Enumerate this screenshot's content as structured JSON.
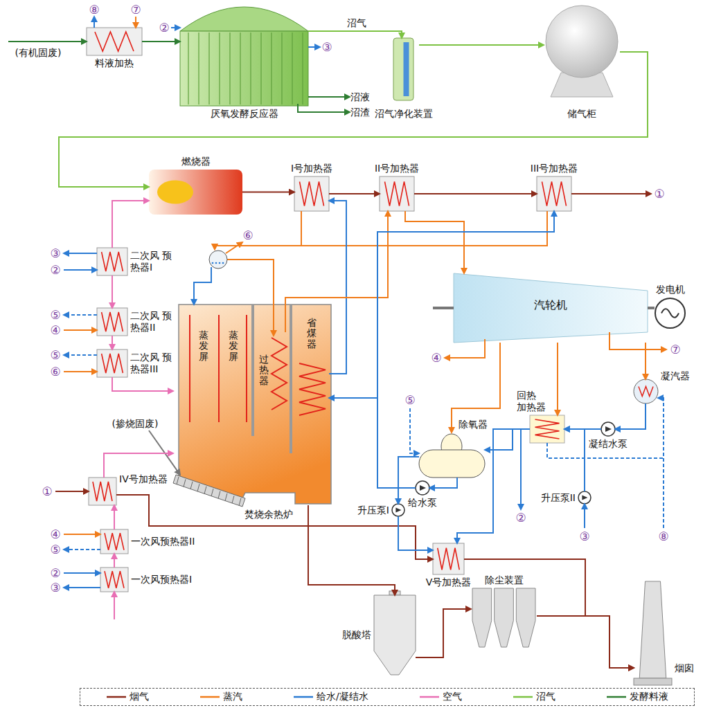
{
  "diagram": {
    "nodes": [
      {
        "text": [
          "料液加热"
        ]
      },
      {
        "text": [
          "厌氧发酵反应器"
        ]
      },
      {
        "text": [
          "沼气净化装置"
        ]
      },
      {
        "text": [
          "储气柜"
        ]
      },
      {
        "text": [
          "燃烧器"
        ]
      },
      {
        "text": [
          "I号加热器"
        ]
      },
      {
        "text": [
          "II号加热器"
        ]
      },
      {
        "text": [
          "III号加热器"
        ]
      },
      {
        "text": [
          "汽轮机"
        ]
      },
      {
        "text": [
          "发电机"
        ]
      },
      {
        "text": [
          "二次风 预热器I"
        ]
      },
      {
        "text": [
          "二次风 预热器II"
        ]
      },
      {
        "text": [
          "二次风 预热器III"
        ]
      },
      {
        "text": [
          "焚烧余热炉"
        ]
      },
      {
        "text": [
          "蒸发屏"
        ],
        "in": 13
      },
      {
        "text": [
          "蒸发屏"
        ],
        "in": 13
      },
      {
        "text": [
          "过热器"
        ],
        "in": 13
      },
      {
        "text": [
          "省煤器"
        ],
        "in": 13
      },
      {
        "text": [
          "凝汽器"
        ]
      },
      {
        "text": [
          "回热 加热器"
        ]
      },
      {
        "text": [
          "除氧器"
        ]
      },
      {
        "text": [
          "给水泵"
        ]
      },
      {
        "text": [
          "凝结水泵"
        ]
      },
      {
        "text": [
          "升压泵I"
        ]
      },
      {
        "text": [
          "升压泵II"
        ]
      },
      {
        "text": [
          "IV号加热器"
        ]
      },
      {
        "text": [
          "一次风预热器II"
        ]
      },
      {
        "text": [
          "一次风预热器I"
        ]
      },
      {
        "text": [
          "V号加热器"
        ]
      },
      {
        "text": [
          "脱酸塔"
        ]
      },
      {
        "text": [
          "除尘装置"
        ]
      },
      {
        "text": [
          "烟囱"
        ]
      }
    ],
    "edges": [
      {
        "from": 0,
        "to": 1,
        "arrow": "to"
      },
      {
        "from": 1,
        "to": 2,
        "label": "沼气",
        "arrow": "to"
      },
      {
        "from": 2,
        "to": 3,
        "arrow": "to"
      },
      {
        "from": 3,
        "to": 4,
        "arrow": "to"
      },
      {
        "from": 4,
        "to": 5,
        "arrow": "to"
      },
      {
        "from": 5,
        "to": 6,
        "arrow": "to"
      },
      {
        "from": 6,
        "to": 7,
        "arrow": "to"
      },
      {
        "from": 5,
        "to": 13,
        "arrow": "to"
      },
      {
        "from": 7,
        "to": 13,
        "arrow": "to"
      },
      {
        "from": 17,
        "to": 5,
        "arrow": "to"
      },
      {
        "from": 16,
        "to": 6,
        "arrow": "to"
      },
      {
        "from": 6,
        "to": 8,
        "arrow": "to"
      },
      {
        "from": 8,
        "to": 9,
        "arrow": "none"
      },
      {
        "from": 8,
        "to": 20,
        "arrow": "to"
      },
      {
        "from": 8,
        "to": 19,
        "arrow": "to"
      },
      {
        "from": 8,
        "to": 18,
        "arrow": "to"
      },
      {
        "from": 18,
        "to": 22,
        "arrow": "to"
      },
      {
        "from": 22,
        "to": 19,
        "arrow": "to"
      },
      {
        "from": 19,
        "to": 20,
        "arrow": "to"
      },
      {
        "from": 20,
        "to": 21,
        "arrow": "to"
      },
      {
        "from": 21,
        "to": 17,
        "arrow": "to"
      },
      {
        "from": 21,
        "to": 7,
        "arrow": "to"
      },
      {
        "from": 10,
        "to": 4,
        "arrow": "to"
      },
      {
        "from": 10,
        "to": 11,
        "arrow": "to"
      },
      {
        "from": 11,
        "to": 12,
        "arrow": "to"
      },
      {
        "from": 12,
        "to": 13,
        "arrow": "to"
      },
      {
        "from": 27,
        "to": 26,
        "arrow": "to"
      },
      {
        "from": 26,
        "to": 25,
        "arrow": "to"
      },
      {
        "from": 25,
        "to": 13,
        "arrow": "to"
      },
      {
        "from": 25,
        "to": 28,
        "arrow": "to"
      },
      {
        "from": 28,
        "to": 31,
        "arrow": "to"
      },
      {
        "from": 30,
        "to": 31,
        "arrow": "to"
      },
      {
        "from": 13,
        "to": 29,
        "arrow": "to"
      },
      {
        "from": 29,
        "to": 30,
        "arrow": "to"
      },
      {
        "from": 20,
        "to": 23,
        "arrow": "to"
      },
      {
        "from": 23,
        "to": 28,
        "arrow": "to"
      },
      {
        "from": 19,
        "to": 28,
        "arrow": "to"
      },
      {
        "from": 24,
        "to": 19,
        "arrow": "to"
      }
    ],
    "labels": [
      "(有机固废)",
      "⑧",
      "⑦",
      "②",
      "③",
      "沼液",
      "沼渣",
      "①",
      "⑥",
      "③",
      "②",
      "⑤",
      "④",
      "⑤",
      "⑥",
      "④",
      "⑦",
      "⑤",
      "(掺烧固废)",
      "①",
      "④",
      "⑤",
      "②",
      "③",
      "②",
      "③",
      "⑧"
    ],
    "legend": [
      {
        "text": "烟气"
      },
      {
        "text": "蒸汽"
      },
      {
        "text": "给水/凝结水"
      },
      {
        "text": "空气"
      },
      {
        "text": "沼气"
      },
      {
        "text": "发酵料液"
      }
    ]
  }
}
